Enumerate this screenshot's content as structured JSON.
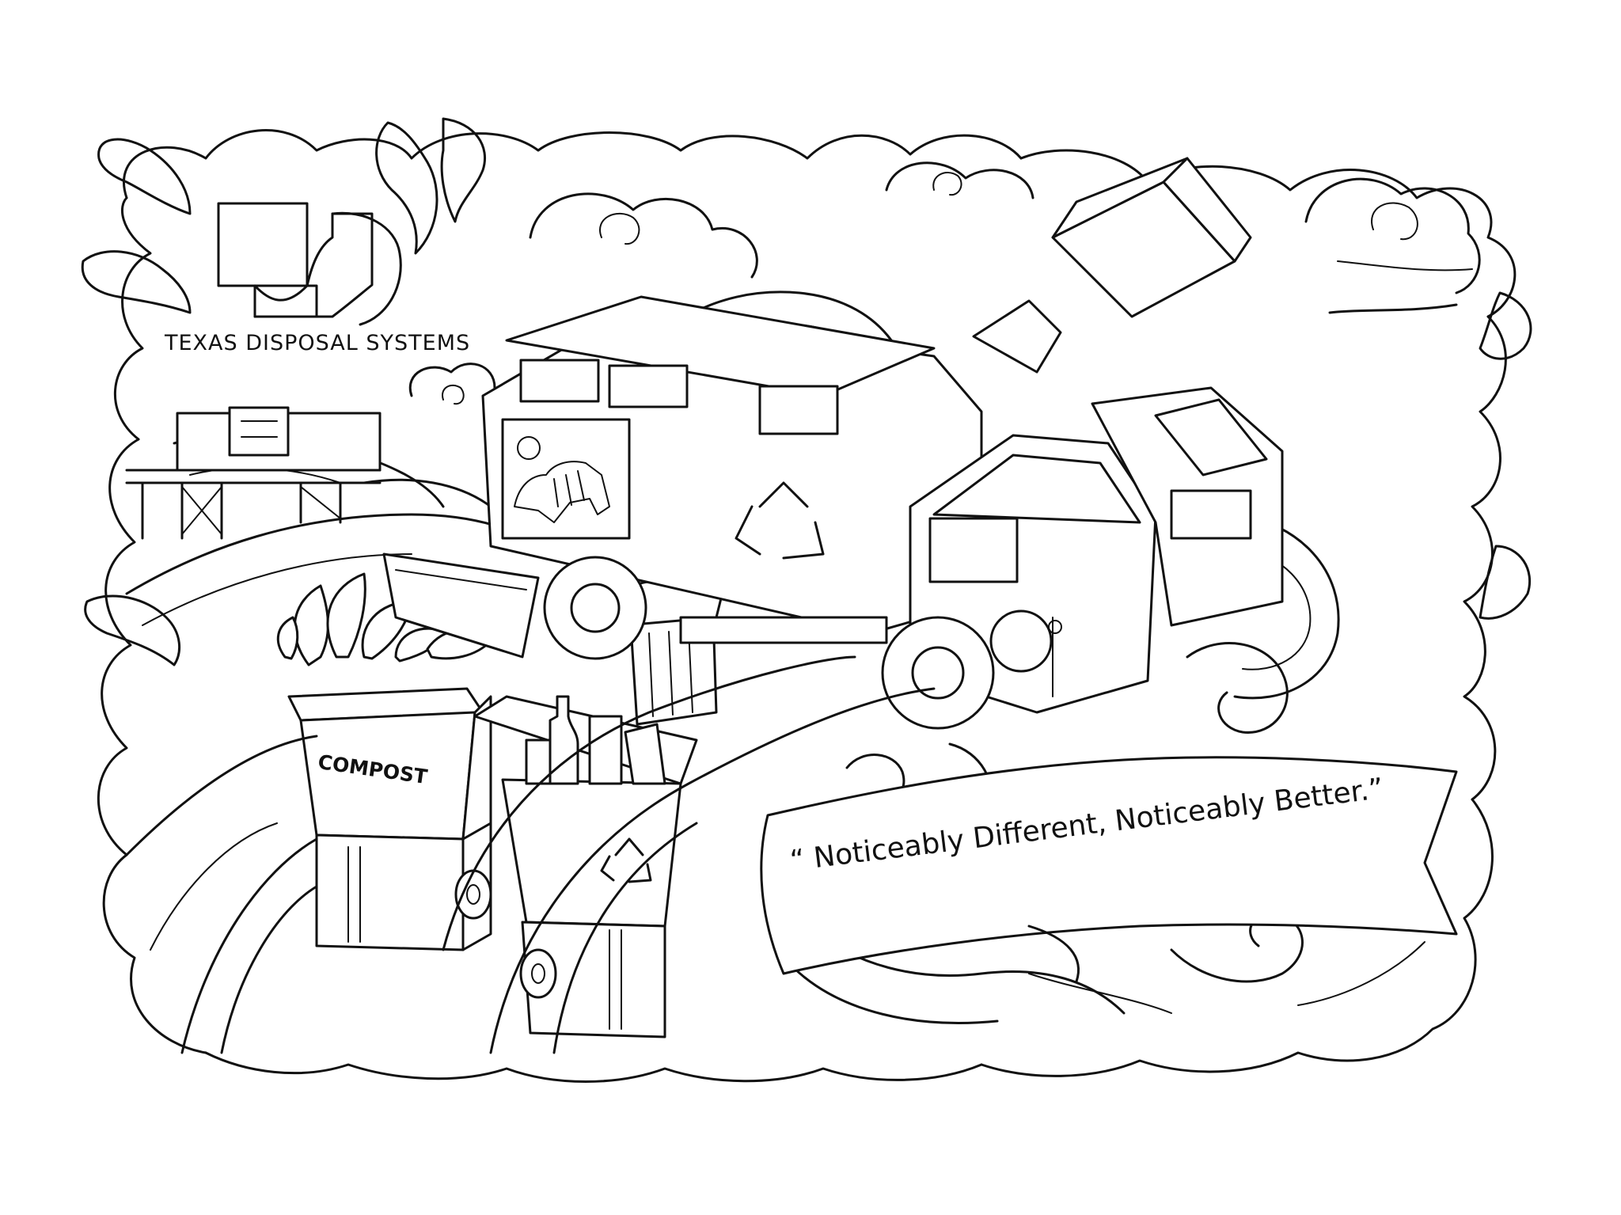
{
  "logo": {
    "company_name": "TEXAS DISPOSAL SYSTEMS",
    "icon": "tds-texas-logo"
  },
  "compost_bin": {
    "label": "COMPOST"
  },
  "banner": {
    "slogan": "“ Noticeably Different, Noticeably Better.”"
  },
  "icons": [
    "recycle-icon",
    "zebra-icon",
    "leaf-icon",
    "bottle-icon"
  ],
  "colors": {
    "line": "#111111",
    "paper": "#ffffff"
  }
}
